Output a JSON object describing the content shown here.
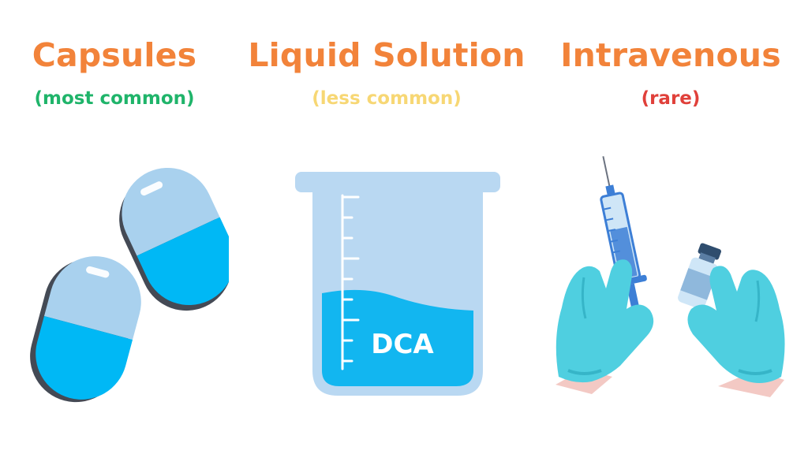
{
  "columns": [
    {
      "title": "Capsules",
      "subtitle": "(most common)",
      "subtitle_color": "#1fb46a"
    },
    {
      "title": "Liquid Solution",
      "subtitle": "(less common)",
      "subtitle_color": "#f7d774"
    },
    {
      "title": "Intravenous",
      "subtitle": "(rare)",
      "subtitle_color": "#e0403a"
    }
  ],
  "beaker": {
    "label": "DCA"
  },
  "colors": {
    "title": "#f2833a",
    "capsule_light": "#a9d1ee",
    "capsule_fill": "#00b8f5",
    "beaker_body": "#b9d8f2",
    "liquid": "#12b6f0",
    "glove": "#4fcfe0",
    "glove_shadow": "#36b5c8",
    "syringe": "#3d7fd6"
  }
}
